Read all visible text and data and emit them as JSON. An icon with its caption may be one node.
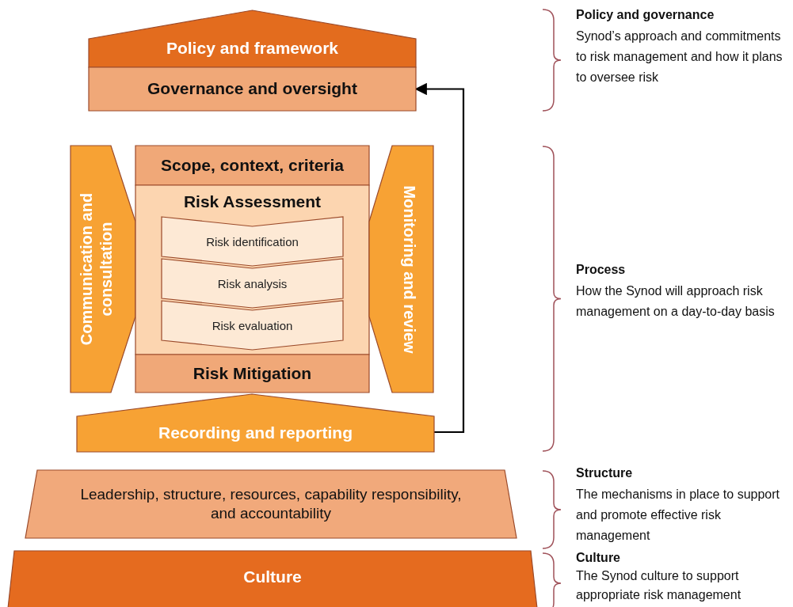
{
  "diagram": {
    "nodes": [
      {
        "text": [
          "Policy and framework"
        ]
      },
      {
        "text": [
          "Governance and oversight"
        ]
      },
      {
        "text": [
          "Communication and consultation"
        ]
      },
      {
        "text": [
          "Scope, context, criteria"
        ]
      },
      {
        "text": [
          "Risk Assessment"
        ]
      },
      {
        "text": [
          "Risk identification"
        ],
        "in": 4
      },
      {
        "text": [
          "Risk analysis"
        ],
        "in": 4
      },
      {
        "text": [
          "Risk evaluation"
        ],
        "in": 4
      },
      {
        "text": [
          "Risk Mitigation"
        ]
      },
      {
        "text": [
          "Monitoring and review"
        ]
      },
      {
        "text": [
          "Recording and reporting"
        ]
      },
      {
        "text": [
          "Leadership, structure, resources, capability responsibility, and accountability"
        ]
      },
      {
        "text": [
          "Culture"
        ]
      }
    ],
    "edges": [
      {
        "from": 10,
        "to": 1,
        "arrow": "to"
      }
    ],
    "labels": [
      "Policy and governance",
      "Synod’s approach and commitments to risk management and how it plans to oversee risk",
      "Process",
      "How the Synod will approach risk management on a day-to-day basis",
      "Structure",
      "The mechanisms in place to support and promote effective risk management",
      "Culture",
      "The Synod culture to support appropriate risk management"
    ]
  }
}
